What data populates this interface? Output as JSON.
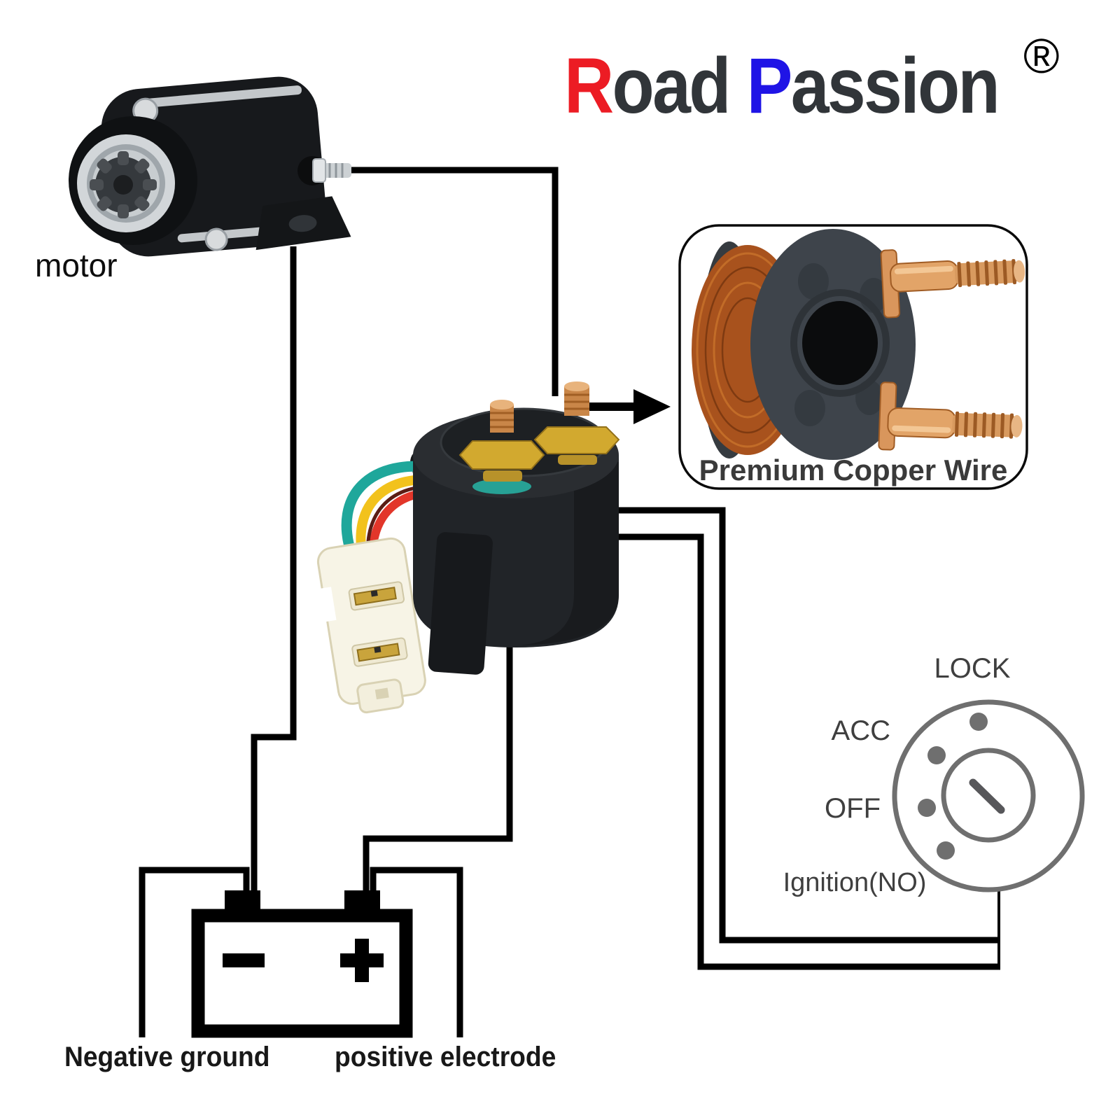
{
  "brand": {
    "first_letter": "R",
    "first_rest": "oad ",
    "second_letter": "P",
    "second_rest": "assion",
    "registered_mark": "®",
    "red": "#ec1c24",
    "blue": "#1f14e6",
    "dark": "#313539"
  },
  "motor": {
    "label": "motor"
  },
  "detail_box": {
    "label": "Premium Copper Wire"
  },
  "battery": {
    "negative_label": "Negative ground",
    "positive_label": "positive electrode",
    "minus_symbol": "-",
    "plus_symbol": "+"
  },
  "ignition": {
    "lock": "LOCK",
    "acc": "ACC",
    "off": "OFF",
    "ignition_no": "Ignition(NO)"
  },
  "colors": {
    "wire": "#000000",
    "switch_gray": "#6f6f6f",
    "copper": "#b5661f",
    "relay_body": "#1f2226",
    "connector": "#f7f4e6"
  }
}
